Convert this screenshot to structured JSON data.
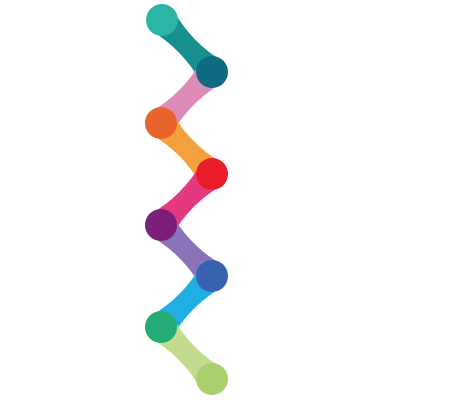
{
  "graphic": {
    "name": "node-chain",
    "nodes": [
      {
        "id": "node-1",
        "color": "#2bb5a5"
      },
      {
        "id": "node-2",
        "color": "#0e6b80"
      },
      {
        "id": "node-3",
        "color": "#e8642c"
      },
      {
        "id": "node-4",
        "color": "#e81c2a"
      },
      {
        "id": "node-5",
        "color": "#7b1f7b"
      },
      {
        "id": "node-6",
        "color": "#3862b0"
      },
      {
        "id": "node-7",
        "color": "#23ac73"
      },
      {
        "id": "node-8",
        "color": "#a9d06c"
      }
    ],
    "links": [
      {
        "from": "node-1",
        "to": "node-2",
        "color": "#17908f"
      },
      {
        "from": "node-2",
        "to": "node-3",
        "color": "#dd8cba"
      },
      {
        "from": "node-3",
        "to": "node-4",
        "color": "#f4a13d"
      },
      {
        "from": "node-4",
        "to": "node-5",
        "color": "#e4397e"
      },
      {
        "from": "node-5",
        "to": "node-6",
        "color": "#8a73b9"
      },
      {
        "from": "node-6",
        "to": "node-7",
        "color": "#20aee3"
      },
      {
        "from": "node-7",
        "to": "node-8",
        "color": "#c3db8d"
      }
    ]
  }
}
